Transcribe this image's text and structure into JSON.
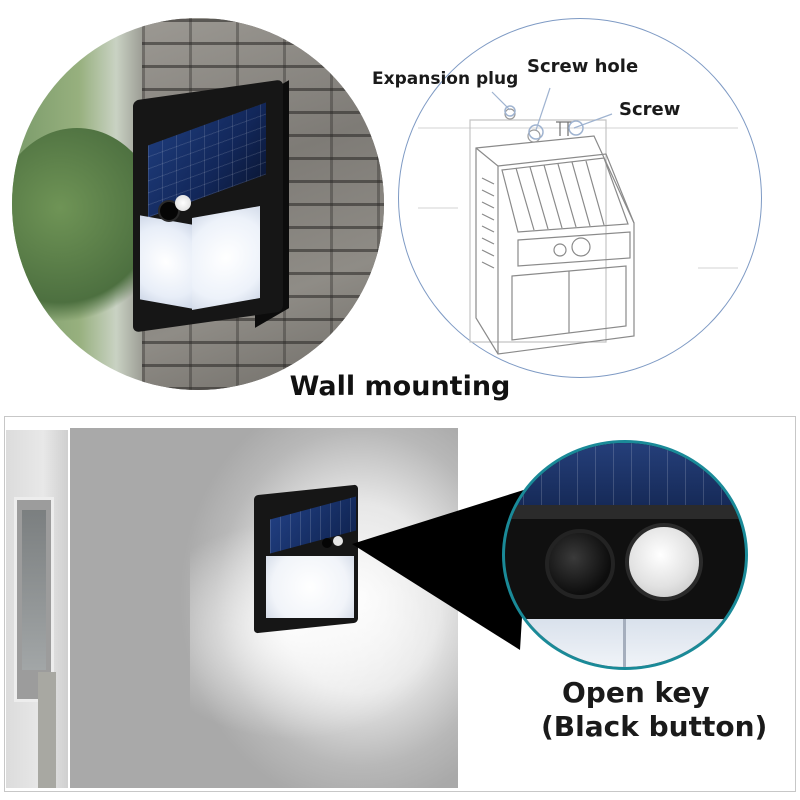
{
  "top": {
    "title": "Wall mounting",
    "diagram_labels": {
      "expansion_plug": "Expansion plug",
      "screw_hole": "Screw hole",
      "screw": "Screw"
    }
  },
  "bottom": {
    "caption_line1": "Open key",
    "caption_line2": "(Black button)"
  },
  "colors": {
    "diagram_circle": "#7e9ac4",
    "zoom_circle": "#1a8a98",
    "solar_panel": "#1d3a78",
    "lamp_body": "#161616"
  },
  "icons": [
    "solar-lamp",
    "pir-sensor",
    "power-button",
    "screw",
    "expansion-plug"
  ]
}
